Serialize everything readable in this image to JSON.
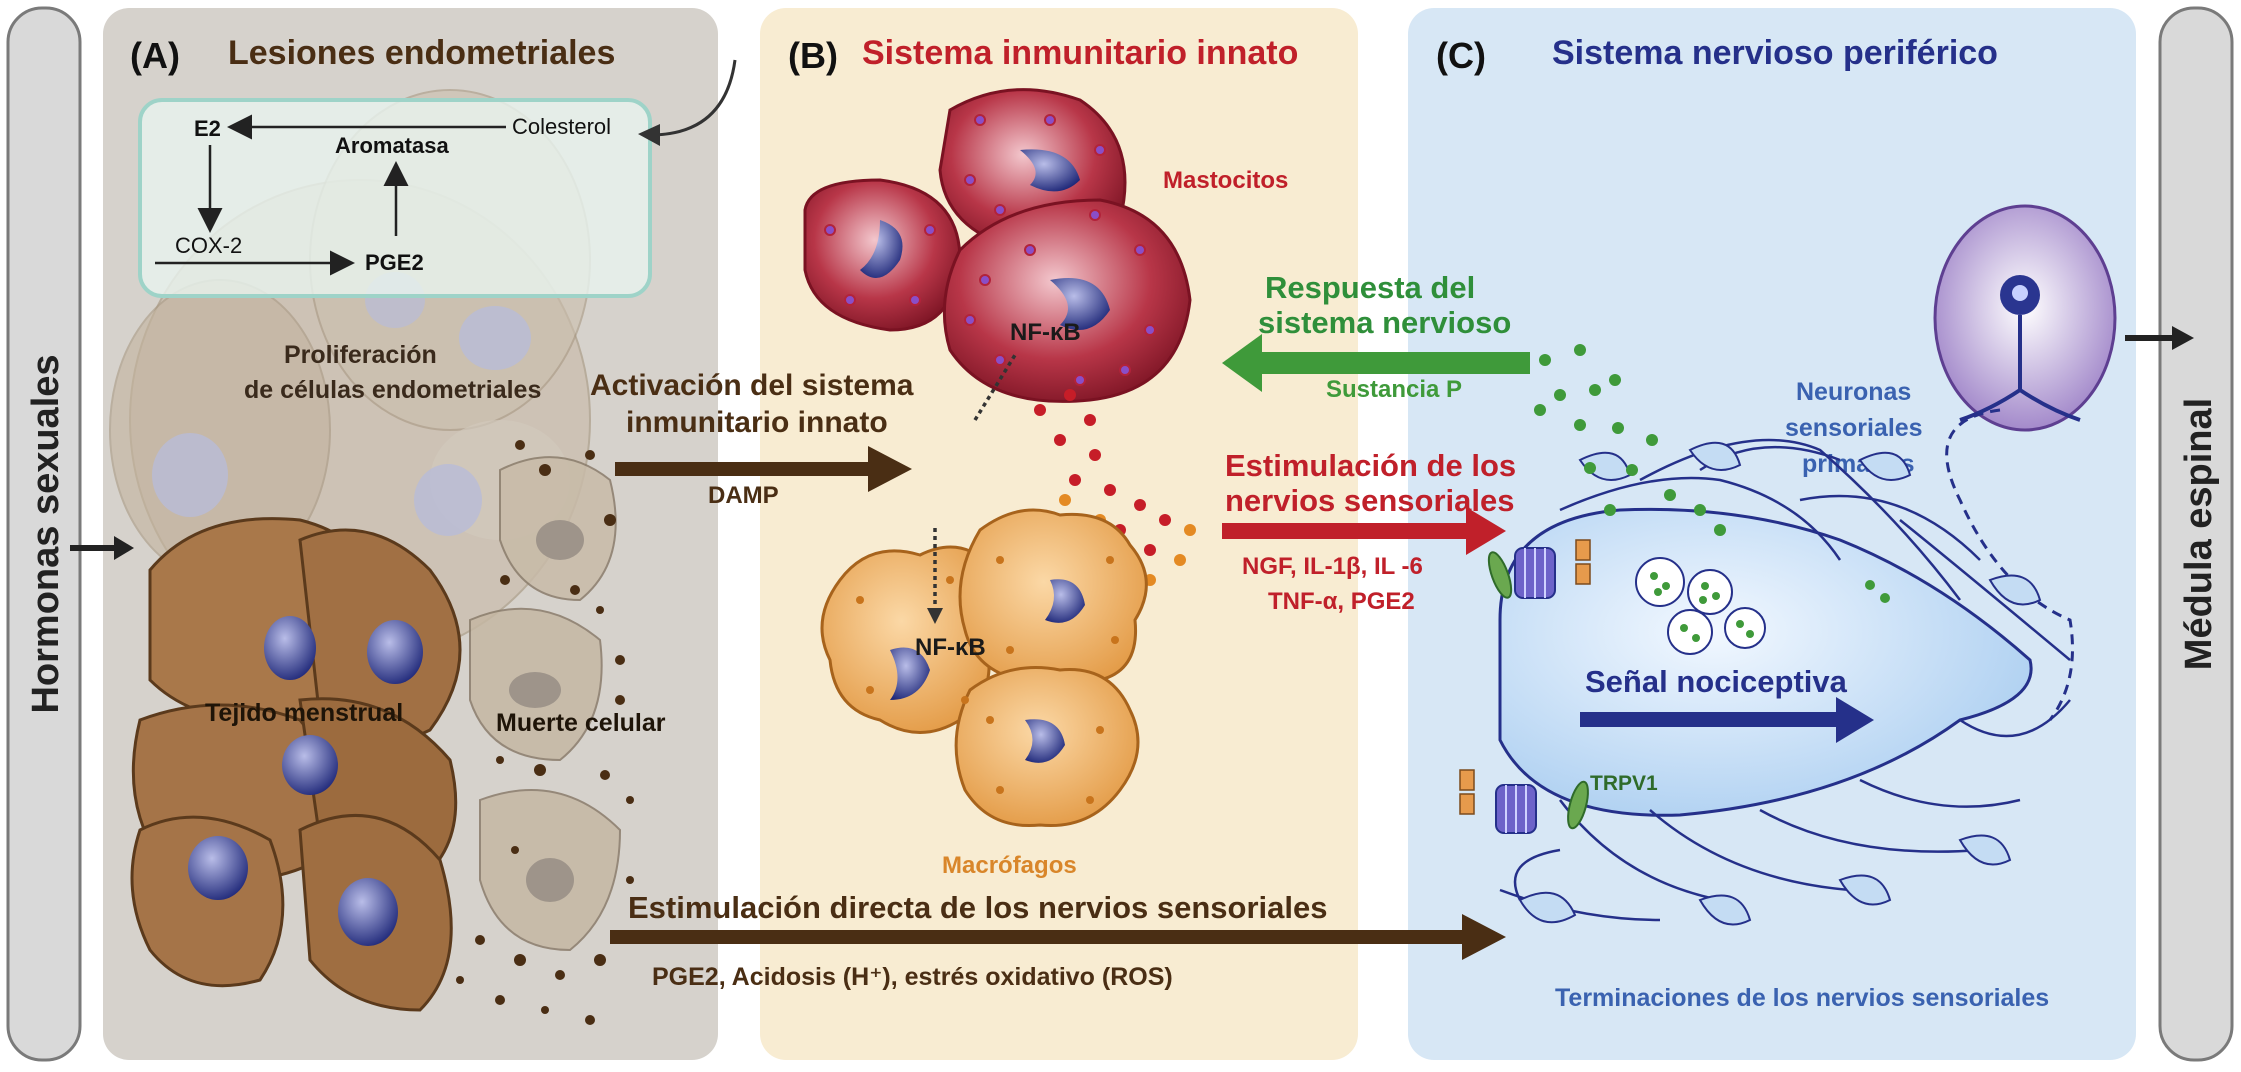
{
  "side_bars": {
    "left_label": "Hormonas sexuales",
    "right_label": "Médula espinal"
  },
  "panel_a": {
    "letter": "(A)",
    "title": "Lesiones endometriales",
    "pathway": {
      "e2": "E2",
      "colesterol": "Colesterol",
      "aromatasa": "Aromatasa",
      "cox2": "COX-2",
      "pge2": "PGE2"
    },
    "labels": {
      "proliferacion_1": "Proliferación",
      "proliferacion_2": "de células endometriales",
      "tejido": "Tejido menstrual",
      "muerte": "Muerte celular"
    }
  },
  "panel_b": {
    "letter": "(B)",
    "title": "Sistema inmunitario innato",
    "mastocitos": "Mastocitos",
    "macrofagos": "Macrófagos",
    "nfkb": "NF-κB"
  },
  "panel_c": {
    "letter": "(C)",
    "title": "Sistema nervioso periférico",
    "neuronas_1": "Neuronas",
    "neuronas_2": "sensoriales",
    "neuronas_3": "primarias",
    "trpv1": "TRPV1",
    "senal": "Señal nociceptiva",
    "terminaciones": "Terminaciones de los nervios sensoriales"
  },
  "arrows": {
    "activacion_1": "Activación del sistema",
    "activacion_2": "inmunitario innato",
    "damp": "DAMP",
    "respuesta_1": "Respuesta del",
    "respuesta_2": "sistema nervioso",
    "sustancia_p": "Sustancia P",
    "estimulacion_1": "Estimulación de los",
    "estimulacion_2": "nervios sensoriales",
    "mediadores_1": "NGF, IL-1β, IL -6",
    "mediadores_2": "TNF-α, PGE2",
    "directa": "Estimulación directa de los nervios sensoriales",
    "directa_causes": "PGE2, Acidosis (H⁺), estrés oxidativo (ROS)"
  },
  "colors": {
    "panel_a_bg": "#d6d2cc",
    "panel_b_bg": "#f8ecd2",
    "panel_c_bg": "#d7e7f5",
    "brown": "#4a2e14",
    "red": "#c0202a",
    "green": "#3f9a3a",
    "navy": "#25308a",
    "blue_label": "#3a62b0",
    "orange": "#d9862a"
  }
}
